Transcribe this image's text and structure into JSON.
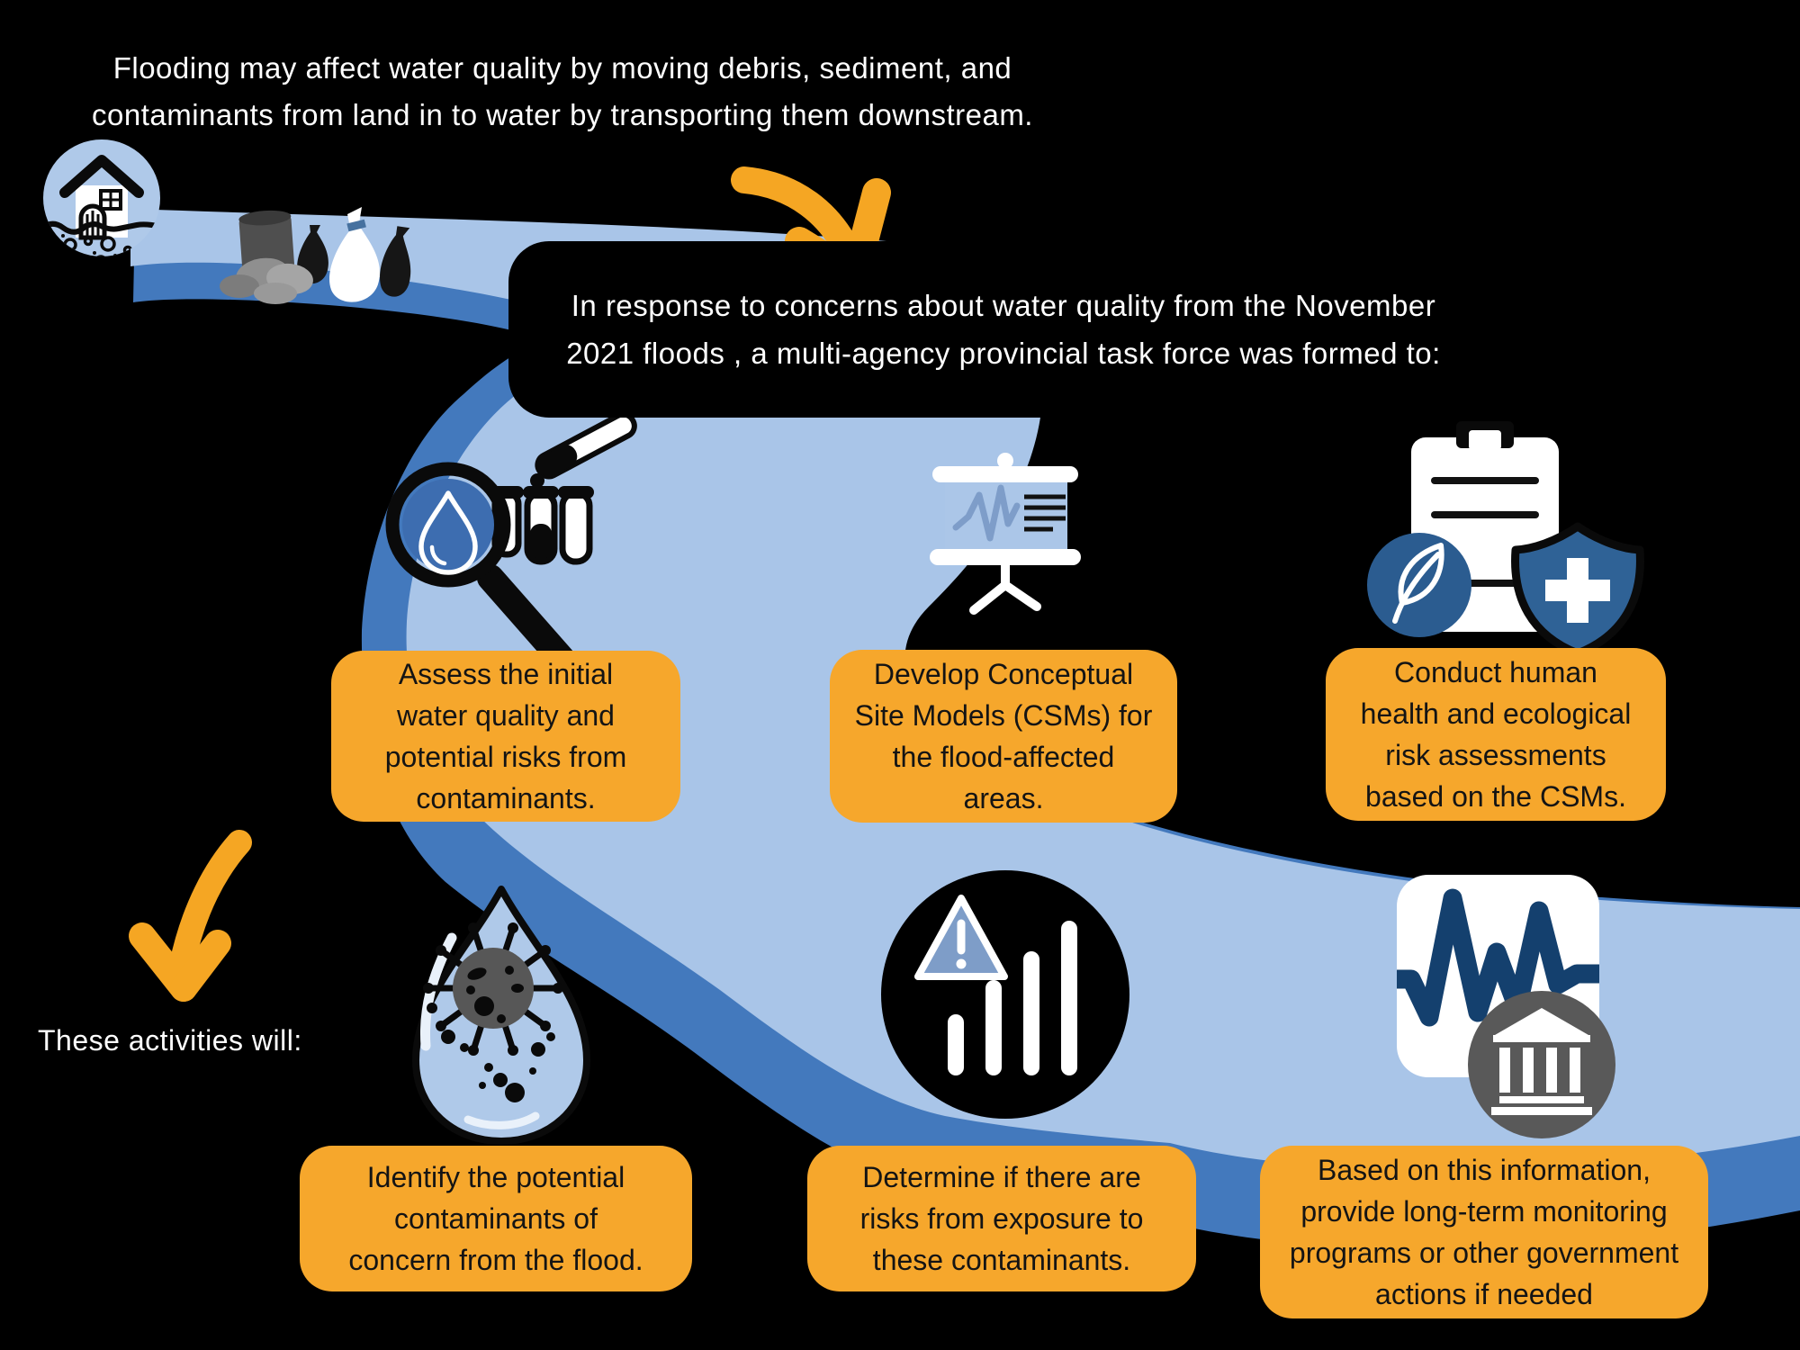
{
  "colors": {
    "background": "#000000",
    "river_light": "#A9C5E8",
    "river_dark": "#4379BD",
    "accent_orange": "#F6A72C",
    "arrow_orange": "#F5A623",
    "icon_blue": "#3D6DB0",
    "leaf_circle_blue": "#2B5C90",
    "shield_blue": "#2F6296",
    "pulse_navy": "#14406E",
    "triangle_blue": "#7E9DC8",
    "circle_gray": "#595959",
    "text_light": "#FFFFFF",
    "text_dark": "#141414"
  },
  "intro": {
    "lines": [
      "Flooding may affect water quality by moving debris, sediment, and",
      "contaminants from land in to water by transporting them downstream."
    ]
  },
  "task_force": {
    "lines": [
      "In response to concerns about water quality from the November",
      "2021 floods , a multi-agency provincial task force was formed to:"
    ]
  },
  "activities_label": "These activities will:",
  "task_boxes": [
    {
      "icon": "magnifier-water-sample",
      "lines": [
        "Assess the initial",
        "water quality and",
        "potential risks  from",
        "contaminants."
      ]
    },
    {
      "icon": "presentation-chart",
      "lines": [
        "Develop Conceptual",
        "Site Models (CSMs) for",
        "the flood-affected",
        "areas."
      ]
    },
    {
      "icon": "clipboard-health-ecology",
      "lines": [
        "Conduct human",
        "health and ecological",
        "risk assessments",
        "based on the CSMs."
      ]
    }
  ],
  "outcome_boxes": [
    {
      "icon": "contaminated-droplet",
      "lines": [
        "Identify the potential",
        "contaminants of",
        "concern from the flood."
      ]
    },
    {
      "icon": "risk-level-bars",
      "lines": [
        "Determine if there are",
        "risks from exposure to",
        "these contaminants."
      ]
    },
    {
      "icon": "monitoring-government",
      "lines": [
        "Based on this information,",
        "provide long-term monitoring",
        "programs or other government",
        "actions if needed"
      ]
    }
  ]
}
